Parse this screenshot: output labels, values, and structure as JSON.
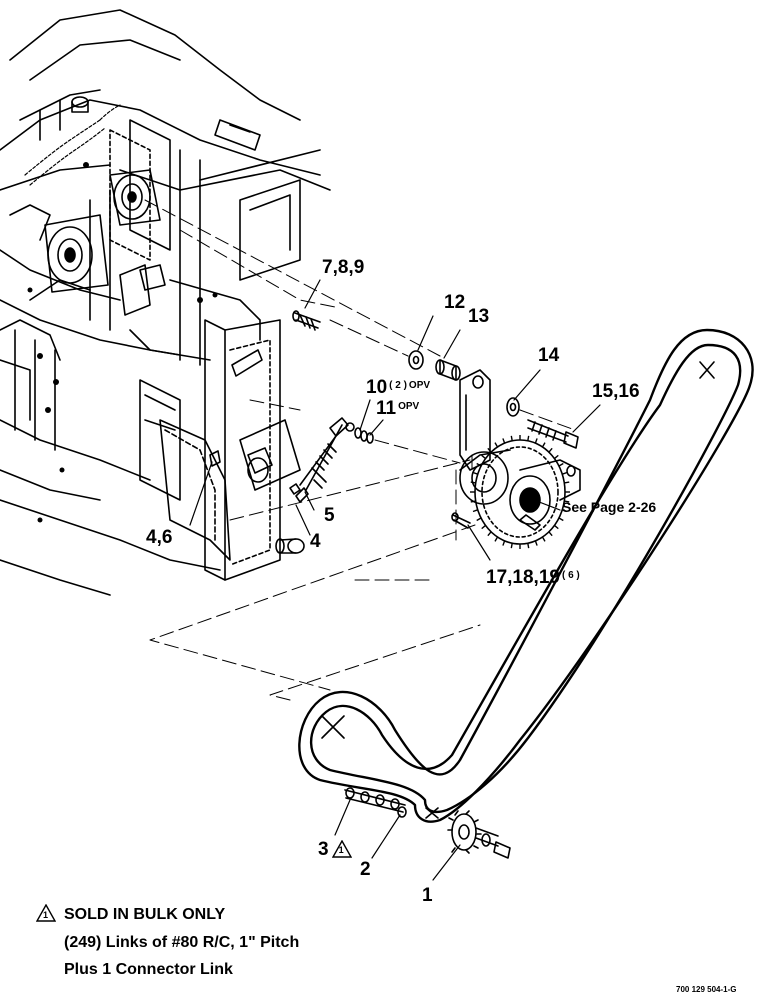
{
  "callouts": {
    "c_7_8_9": "7,8,9",
    "c_12": "12",
    "c_13": "13",
    "c_14": "14",
    "c_15_16": "15,16",
    "c_10": "10",
    "c_10_qty": "( 2 )",
    "c_10_opv": "OPV",
    "c_11": "11",
    "c_11_opv": "OPV",
    "c_5": "5",
    "c_4": "4",
    "c_4_6": "4,6",
    "c_see_page": "See Page 2-26",
    "c_17_18_19": "17,18,19",
    "c_17_qty": "( 6 )",
    "c_3": "3",
    "c_2": "2",
    "c_1": "1",
    "c_delta": "1"
  },
  "notes": {
    "line1": "SOLD IN BULK ONLY",
    "line2": "(249) Links of #80 R/C, 1\" Pitch",
    "line3": "Plus 1 Connector Link",
    "delta": "1"
  },
  "figure_id": "700 129 504-1-G"
}
